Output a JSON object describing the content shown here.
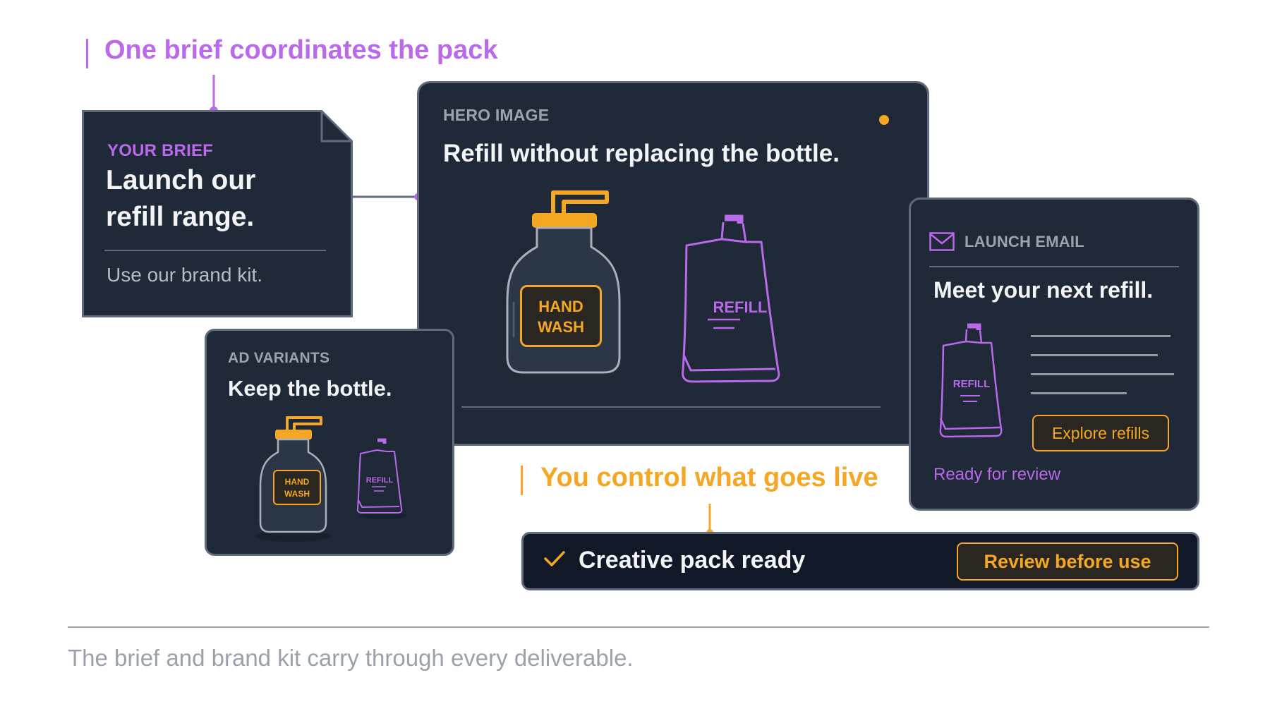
{
  "callouts": {
    "top": "One brief coordinates the pack",
    "middle": "You control what goes live"
  },
  "brief": {
    "kicker": "YOUR BRIEF",
    "title_line1": "Launch our",
    "title_line2": "refill range.",
    "note": "Use our brand kit."
  },
  "hero": {
    "kicker": "HERO IMAGE",
    "headline": "Refill without replacing the bottle.",
    "bottle_label_1": "HAND",
    "bottle_label_2": "WASH",
    "pouch_label": "REFILL"
  },
  "ads": {
    "kicker": "AD VARIANTS",
    "headline": "Keep the bottle.",
    "bottle_label_1": "HAND",
    "bottle_label_2": "WASH",
    "pouch_label": "REFILL"
  },
  "email": {
    "kicker": "LAUNCH EMAIL",
    "headline": "Meet your next refill.",
    "pouch_label": "REFILL",
    "cta": "Explore refills",
    "status": "Ready for review"
  },
  "status_bar": {
    "text": "Creative pack ready",
    "button": "Review before use"
  },
  "footer": {
    "caption": "The brief and brand kit carry through every deliverable."
  },
  "colors": {
    "purple": "#b969ea",
    "orange": "#f5a623",
    "card_bg": "#1f2937",
    "card_border": "#5f6b7a"
  }
}
